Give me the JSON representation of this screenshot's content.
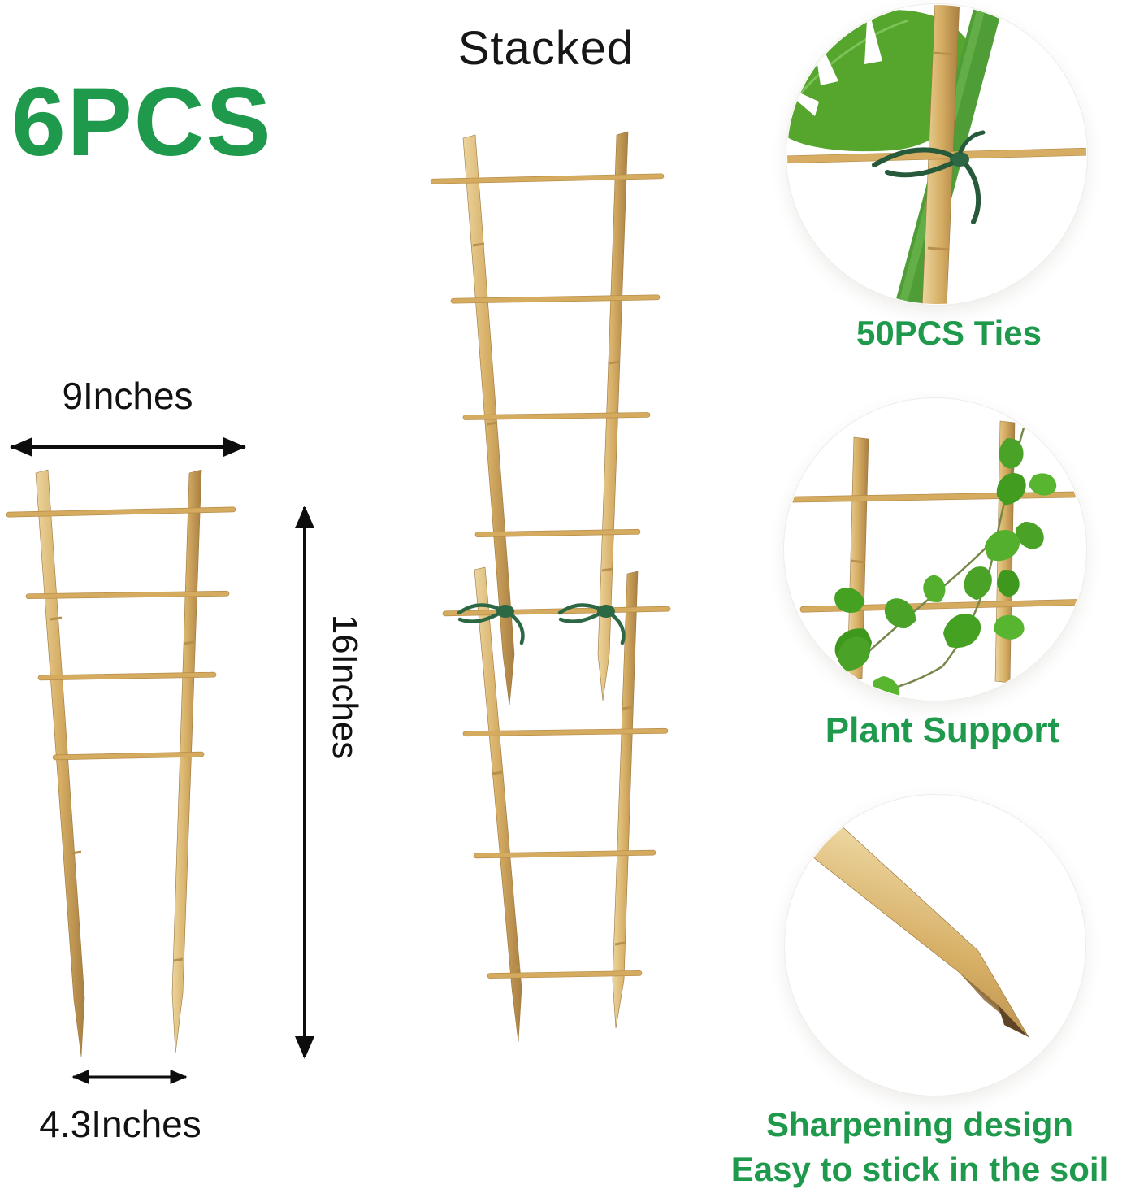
{
  "headline": {
    "quantity": "6PCS",
    "stacked_title": "Stacked"
  },
  "dimension_labels": {
    "top_width": "9Inches",
    "height": "16Inches",
    "bottom_width": "4.3Inches"
  },
  "feature_callouts": [
    {
      "label": "50PCS Ties"
    },
    {
      "label": "Plant Support"
    },
    {
      "label": "Sharpening design",
      "sublabel": "Easy to stick in the soil"
    }
  ],
  "colors": {
    "accent_green": "#1f9a4d",
    "title_black": "#161616",
    "dim_black": "#111111",
    "bamboo_light": "#ecd59f",
    "bamboo_mid": "#d6ae64",
    "bamboo_dark": "#a97f42",
    "rod_tan": "#d5ab60",
    "tie_green": "#2d6845",
    "leaf_green": "#4aa326",
    "stem_green": "#4f9d36",
    "monstera_green": "#56a52c"
  }
}
